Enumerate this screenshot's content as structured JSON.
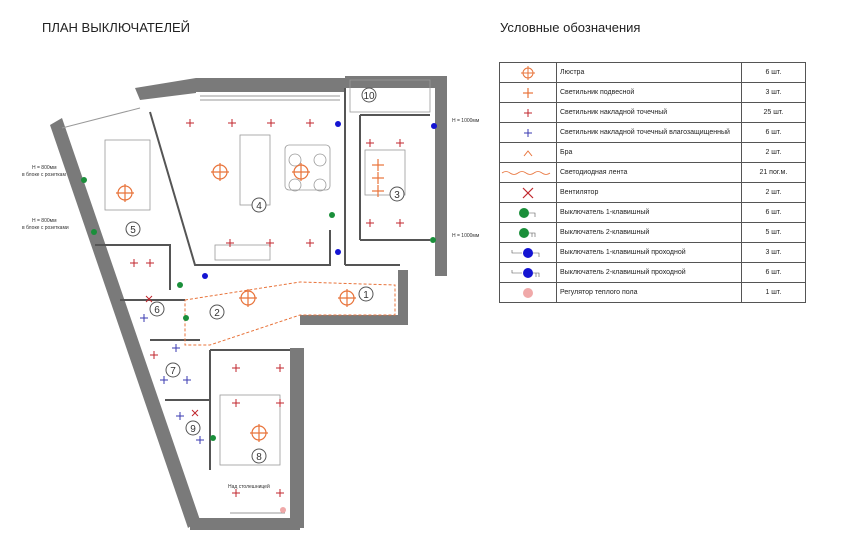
{
  "title": "ПЛАН ВЫКЛЮЧАТЕЛЕЙ",
  "legend_title": "Условные обозначения",
  "legend": [
    {
      "symbol": "chandelier-icon",
      "name": "Люстра",
      "qty": "6 шт."
    },
    {
      "symbol": "pendant-light-icon",
      "name": "Светильник подвесной",
      "qty": "3 шт."
    },
    {
      "symbol": "spot-light-icon",
      "name": "Светильник накладной точечный",
      "qty": "25 шт."
    },
    {
      "symbol": "wet-spot-light-icon",
      "name": "Светильник накладной точечный влагозащищенный",
      "qty": "6 шт."
    },
    {
      "symbol": "sconce-icon",
      "name": "Бра",
      "qty": "2 шт."
    },
    {
      "symbol": "led-strip-icon",
      "name": "Светодиодная лента",
      "qty": "21 пог.м."
    },
    {
      "symbol": "fan-icon",
      "name": "Вентилятор",
      "qty": "2 шт."
    },
    {
      "symbol": "switch-1-icon",
      "name": "Выключатель 1-клавишный",
      "qty": "6 шт."
    },
    {
      "symbol": "switch-2-icon",
      "name": "Выключатель 2-клавишный",
      "qty": "5 шт."
    },
    {
      "symbol": "pass-switch-1-icon",
      "name": "Выключатель 1-клавишный проходной",
      "qty": "3 шт."
    },
    {
      "symbol": "pass-switch-2-icon",
      "name": "Выключатель 2-клавишный проходной",
      "qty": "6 шт."
    },
    {
      "symbol": "floor-heating-regulator-icon",
      "name": "Регулятор теплого пола",
      "qty": "1 шт."
    }
  ],
  "rooms": [
    "1",
    "2",
    "3",
    "4",
    "5",
    "6",
    "7",
    "8",
    "9",
    "10"
  ],
  "plan_notes": {
    "height_left_1": "Н = 800мм",
    "height_left_1b": "в блоке с розеткам",
    "height_left_2": "Н = 800мм",
    "height_left_2b": "в блоке с розетками",
    "height_right_1": "Н = 1000мм",
    "height_right_2": "Н = 1000мм",
    "under_table": "Над столешницей"
  },
  "colors": {
    "orange": "#e8733a",
    "red": "#c0262c",
    "blue_mark": "#3a3ab0",
    "green": "#1a8f3a",
    "blue": "#1414d2",
    "pink": "#f0a9a9",
    "wall": "#6e6e6e"
  }
}
